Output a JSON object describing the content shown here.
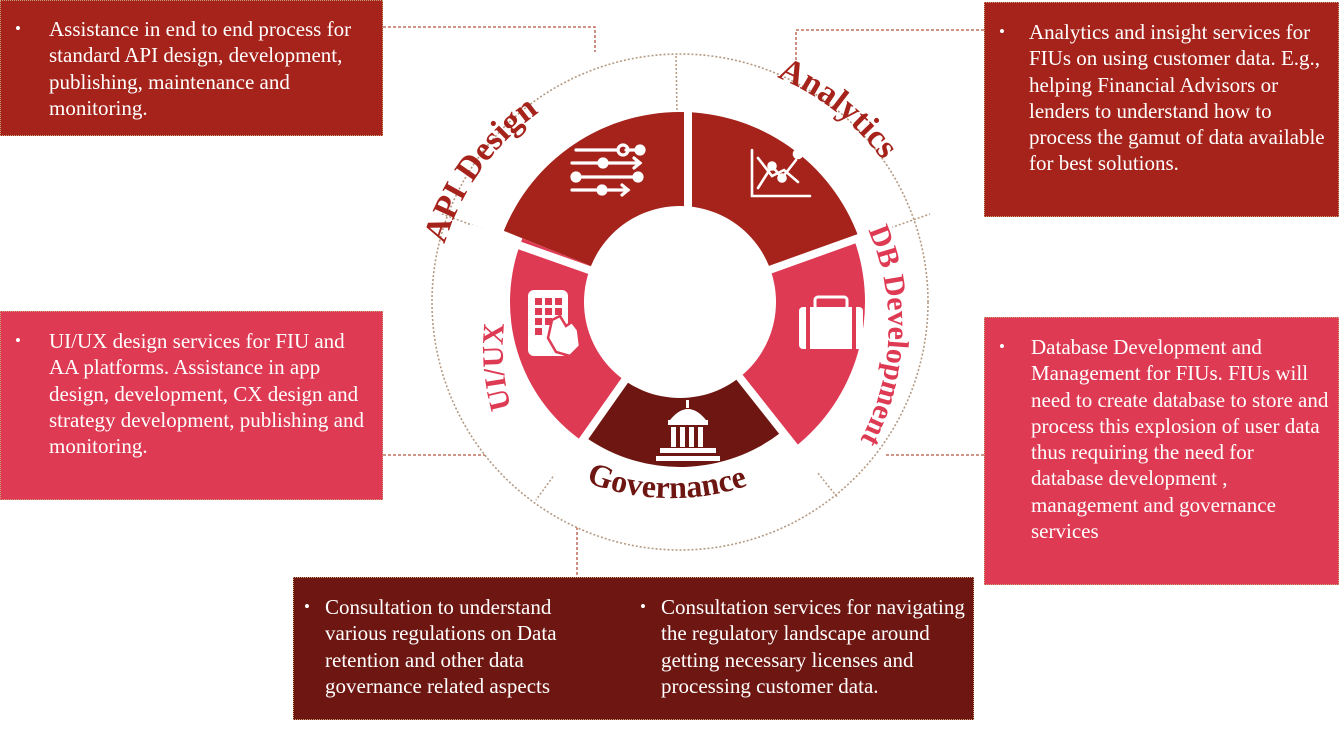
{
  "segments": [
    {
      "label": "API Design",
      "color": "#a5231b",
      "icon": "api-flow-icon"
    },
    {
      "label": "Analytics",
      "color": "#a5231b",
      "icon": "line-chart-icon"
    },
    {
      "label": "DB Development",
      "color": "#de3a53",
      "icon": "briefcase-icon"
    },
    {
      "label": "Governance",
      "color": "#6e1611",
      "icon": "government-building-icon"
    },
    {
      "label": "UI/UX",
      "color": "#de3a53",
      "icon": "mobile-touch-icon"
    }
  ],
  "boxes": {
    "api_design": {
      "bullets": [
        "Assistance in end to end process for standard API design, development, publishing, maintenance and monitoring."
      ]
    },
    "analytics": {
      "bullets": [
        "Analytics and insight services for FIUs on using customer data. E.g., helping Financial Advisors or lenders to understand how to process the gamut of data available for best solutions."
      ]
    },
    "ui_ux": {
      "bullets": [
        "UI/UX design services for FIU and AA platforms. Assistance in app design, development, CX design and strategy development, publishing and monitoring."
      ]
    },
    "db_development": {
      "bullets": [
        "Database Development and Management for FIUs. FIUs will need to create database to store and process this explosion of user data thus requiring the need for database development , management and governance services"
      ]
    },
    "governance": {
      "bullets": [
        "Consultation to understand various regulations on Data retention and other data governance related aspects",
        "Consultation services for navigating the regulatory landscape around getting necessary licenses and processing customer data."
      ]
    }
  },
  "colors": {
    "dark_red": "#a5231b",
    "pink": "#de3a53",
    "maroon": "#6e1611",
    "connector": "#b5533f"
  }
}
